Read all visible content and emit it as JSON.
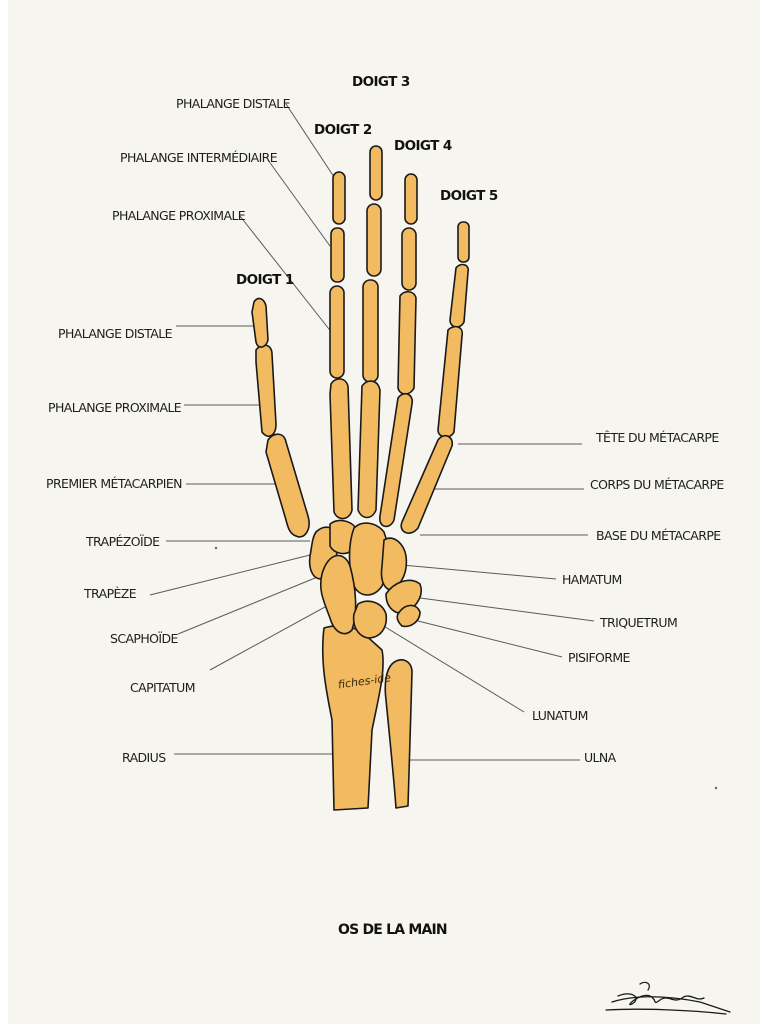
{
  "title": "OS DE LA MAIN",
  "watermark": "fiches-ide",
  "colors": {
    "bone": "#f2bb62",
    "outline": "#1a1a1a",
    "background": "#f6f5ef"
  },
  "digits": {
    "d1": "DOIGT 1",
    "d2": "DOIGT 2",
    "d3": "DOIGT 3",
    "d4": "DOIGT 4",
    "d5": "DOIGT 5"
  },
  "labels_left": {
    "phalange_distale_top": "PHALANGE DISTALE",
    "phalange_intermediaire": "PHALANGE INTERMÉDIAIRE",
    "phalange_proximale_top": "PHALANGE PROXIMALE",
    "phalange_distale_thumb": "PHALANGE DISTALE",
    "phalange_proximale_thumb": "PHALANGE PROXIMALE",
    "premier_metacarpien": "PREMIER MÉTACARPIEN",
    "trapezoide": "TRAPÉZOÏDE",
    "trapeze": "TRAPÈZE",
    "scaphoide": "SCAPHOÏDE",
    "capitatum": "CAPITATUM",
    "radius": "RADIUS"
  },
  "labels_right": {
    "tete_metacarpe": "TÊTE DU MÉTACARPE",
    "corps_metacarpe": "CORPS DU MÉTACARPE",
    "base_metacarpe": "BASE DU MÉTACARPE",
    "hamatum": "HAMATUM",
    "triquetrum": "TRIQUETRUM",
    "pisiforme": "PISIFORME",
    "lunatum": "LUNATUM",
    "ulna": "ULNA"
  }
}
